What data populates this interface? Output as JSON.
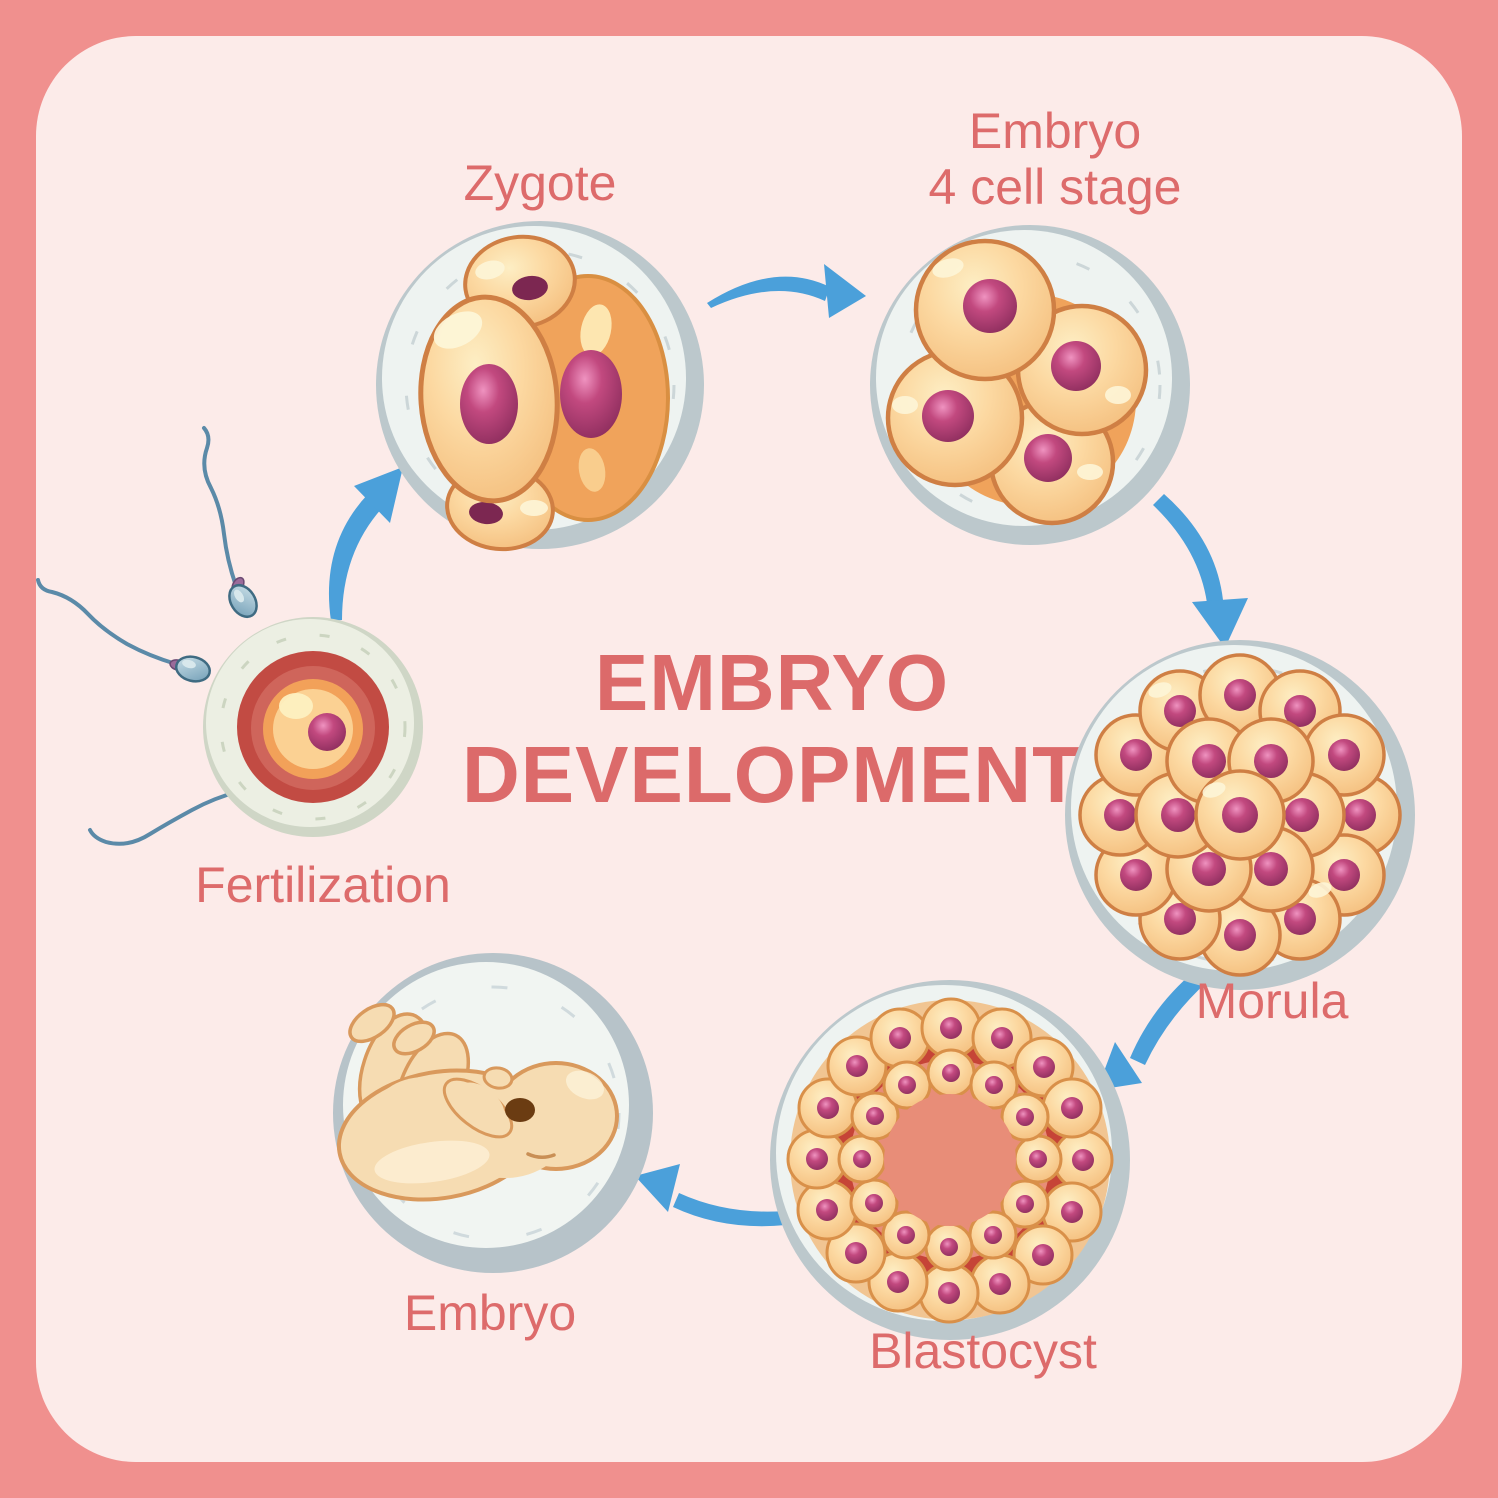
{
  "title": {
    "line1": "EMBRYO",
    "line2": "DEVELOPMENT"
  },
  "stages": [
    {
      "id": "fertilization",
      "label": "Fertilization"
    },
    {
      "id": "zygote",
      "label": "Zygote"
    },
    {
      "id": "four-cell",
      "label_line1": "Embryo",
      "label_line2": "4 cell stage"
    },
    {
      "id": "morula",
      "label": "Morula"
    },
    {
      "id": "blastocyst",
      "label": "Blastocyst"
    },
    {
      "id": "embryo",
      "label": "Embryo"
    }
  ],
  "colors": {
    "frame": "#f0908e",
    "panel_bg": "#fcebe9",
    "title_text": "#dc6a6a",
    "label_text": "#dd6b6b",
    "arrow": "#4ba0da",
    "cell_fill": "#fcd9a2",
    "cell_outline": "#cf7f44",
    "nucleus": "#8e2e5e",
    "orange_mass": "#f0a35b",
    "sphere_rim": "#bcc8cc",
    "sphere_inner": "#eef3f1",
    "egg_red": "#c24b43",
    "cavity_salmon": "#e88d78",
    "fetus_skin": "#f6dcb2",
    "sperm_blue": "#7fa6bd"
  }
}
